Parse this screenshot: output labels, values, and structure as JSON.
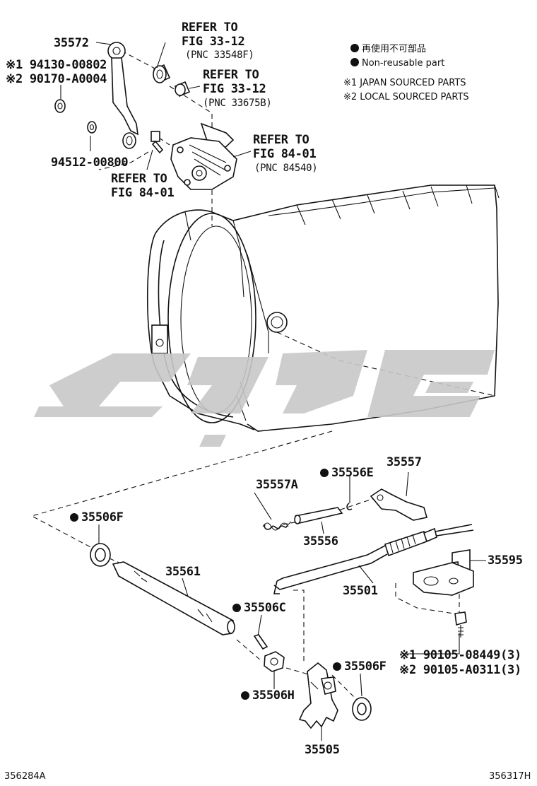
{
  "legend": {
    "non_reusable_jp": "再使用不可部品",
    "non_reusable_en": "Non-reusable part",
    "note1": "※1  JAPAN SOURCED PARTS",
    "note2": "※2  LOCAL SOURCED PARTS"
  },
  "refs": {
    "fig33_12_a_l1": "REFER TO",
    "fig33_12_a_l2": "FIG 33-12",
    "fig33_12_a_pnc": "(PNC 33548F)",
    "fig33_12_b_l1": "REFER TO",
    "fig33_12_b_l2": "FIG 33-12",
    "fig33_12_b_pnc": "(PNC 33675B)",
    "fig84_01_a_l1": "REFER TO",
    "fig84_01_a_l2": "FIG 84-01",
    "fig84_01_a_pnc": "(PNC 84540)",
    "fig84_01_b_l1": "REFER TO",
    "fig84_01_b_l2": "FIG 84-01"
  },
  "parts": {
    "p35572": "35572",
    "p94130": "※1 94130-00802",
    "p90170": "※2 90170-A0004",
    "p94512": "94512-00800",
    "p35557A": "35557A",
    "p35556E": "35556E",
    "p35557": "35557",
    "p35556": "35556",
    "p35506F_top": "35506F",
    "p35561": "35561",
    "p35501": "35501",
    "p35595": "35595",
    "p35506C": "35506C",
    "p35506H": "35506H",
    "p35506F_bot": "35506F",
    "p35505": "35505",
    "p90105_jp": "※1 90105-08449(3)",
    "p90105_local": "※2 90105-A0311(3)"
  },
  "corners": {
    "left": "356284A",
    "right": "356317H"
  },
  "colors": {
    "line": "#111111",
    "watermark": "#c8c8c8"
  },
  "icons": {
    "non_reusable_marker": "filled-circle"
  }
}
